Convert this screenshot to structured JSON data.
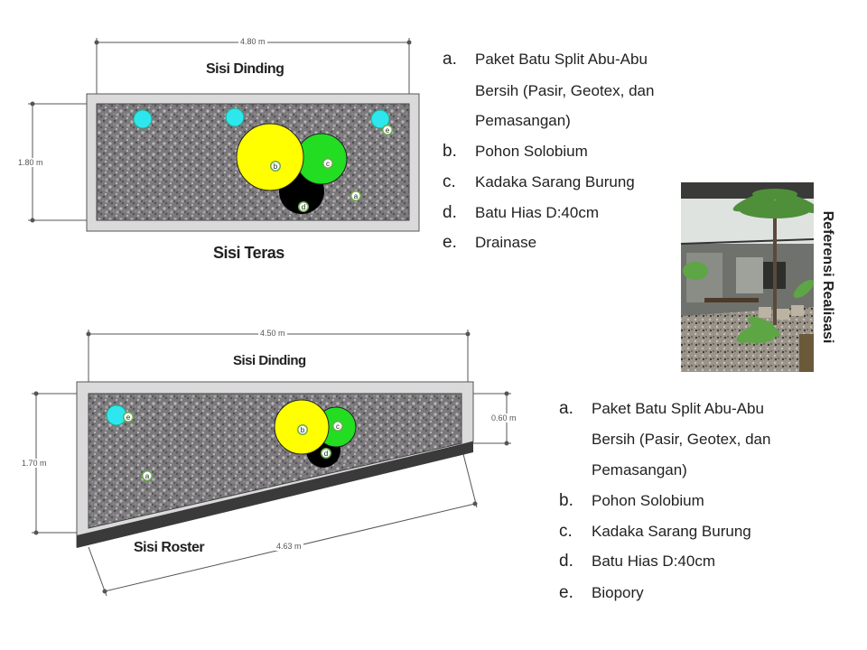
{
  "plan_top": {
    "width_label": "4.80 m",
    "height_label": "1.80 m",
    "top_side": "Sisi Dinding",
    "bottom_side": "Sisi Teras"
  },
  "plan_bottom": {
    "width_label": "4.50 m",
    "height_label": "1.70 m",
    "right_height_label": "0.60 m",
    "diagonal_label": "4.63 m",
    "top_side": "Sisi Dinding",
    "bottom_side": "Sisi Roster"
  },
  "markers": {
    "a": "a",
    "b": "b",
    "c": "c",
    "d": "d",
    "e": "e"
  },
  "legend_top": [
    {
      "key": "a.",
      "lines": [
        "Paket Batu Split Abu-Abu",
        "Bersih (Pasir, Geotex, dan",
        "Pemasangan)"
      ]
    },
    {
      "key": "b.",
      "lines": [
        "Pohon Solobium"
      ]
    },
    {
      "key": "c.",
      "lines": [
        "Kadaka Sarang Burung"
      ]
    },
    {
      "key": "d.",
      "lines": [
        "Batu Hias D:40cm"
      ]
    },
    {
      "key": "e.",
      "lines": [
        "Drainase"
      ]
    }
  ],
  "legend_bottom": [
    {
      "key": "a.",
      "lines": [
        "Paket Batu Split Abu-Abu",
        "Bersih (Pasir, Geotex, dan",
        "Pemasangan)"
      ]
    },
    {
      "key": "b.",
      "lines": [
        "Pohon Solobium"
      ]
    },
    {
      "key": "c.",
      "lines": [
        "Kadaka Sarang Burung"
      ]
    },
    {
      "key": "d.",
      "lines": [
        "Batu Hias D:40cm"
      ]
    },
    {
      "key": "e.",
      "lines": [
        "Biopory"
      ]
    }
  ],
  "reference": {
    "label": "Referensi Realisasi"
  },
  "colors": {
    "gravel": "#7d7b7e",
    "border": "#dadada",
    "tree": "#ffff00",
    "shrub": "#22dd22",
    "stone": "#000000",
    "drain": "#2ee6ee",
    "marker": "#6aab4a"
  }
}
